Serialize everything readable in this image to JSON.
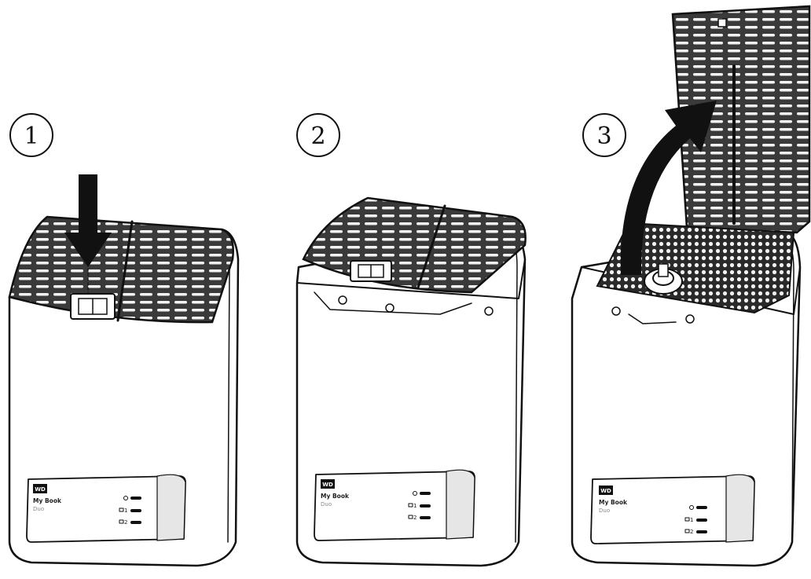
{
  "steps": [
    {
      "number": "1",
      "brand": "WD",
      "product": "My Book",
      "model": "Duo",
      "led_1": "1",
      "led_2": "2",
      "arrow_icon": "arrow-down-icon"
    },
    {
      "number": "2",
      "brand": "WD",
      "product": "My Book",
      "model": "Duo",
      "led_1": "1",
      "led_2": "2",
      "arrow_icon": ""
    },
    {
      "number": "3",
      "brand": "WD",
      "product": "My Book",
      "model": "Duo",
      "led_1": "1",
      "led_2": "2",
      "arrow_icon": "arrow-curved-up-icon"
    }
  ],
  "colors": {
    "ink": "#111111",
    "background": "#ffffff"
  }
}
